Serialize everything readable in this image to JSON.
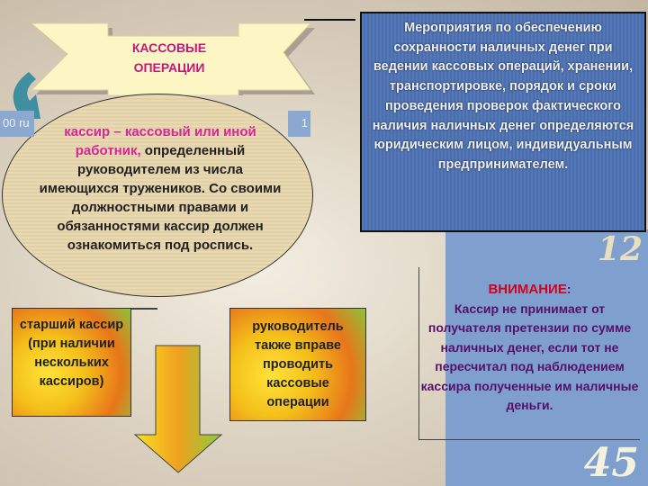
{
  "title": "КАССОВЫЕ ОПЕРАЦИИ",
  "title_lines": [
    "КАССОВЫЕ",
    "ОПЕРАЦИИ"
  ],
  "strip": {
    "left": "00 ru",
    "right": "1"
  },
  "definition": {
    "highlight": "кассир – кассовый или иной работник,",
    "text": " определенный руководителем из числа имеющихся тружеников. Со своими должностными правами и обязанностями кассир должен ознакомиться под роспись."
  },
  "measures_text": "Мероприятия по обеспечению сохранности наличных денег при ведении кассовых операций, хранении, транспортировке, порядок и сроки проведения проверок фактического наличия наличных денег определяются юридическим лицом, индивидуальным предпринимателем.",
  "senior_cashier": "старший кассир (при наличии нескольких кассиров)",
  "manager": "руководитель также вправе проводить кассовые операции",
  "attention": {
    "title": "ВНИМАНИЕ",
    "text": "Кассир не принимает от получателя претензии по сумме наличных денег, если тот не пересчитал под наблюдением кассира полученные им наличные деньги."
  },
  "decor_numbers": [
    "12",
    "45"
  ],
  "colors": {
    "title": "#c0187e",
    "highlight": "#d4279a",
    "blue_box": "#4f73b3",
    "attention_title": "#d1001f",
    "attention_text": "#55106a"
  }
}
